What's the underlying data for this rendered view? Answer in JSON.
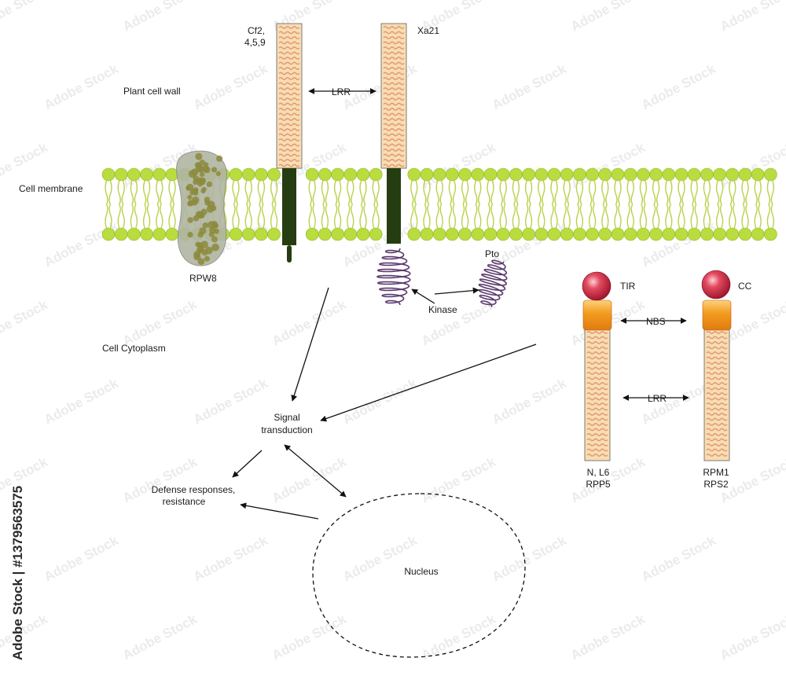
{
  "labels": {
    "cf2": "Cf2,",
    "cf2_line2": "4,5,9",
    "xa21": "Xa21",
    "plant_cell_wall": "Plant cell wall",
    "lrr_top": "LRR",
    "cell_membrane": "Cell membrane",
    "rpw8": "RPW8",
    "pto": "Pto",
    "kinase": "Kinase",
    "tir": "TIR",
    "cc": "CC",
    "nbs": "NBS",
    "lrr_right": "LRR",
    "cell_cytoplasm": "Cell Cytoplasm",
    "signal_line1": "Signal",
    "signal_line2": "transduction",
    "defense_line1": "Defense responses,",
    "defense_line2": "resistance",
    "nucleus": "Nucleus",
    "nl6_line1": "N, L6",
    "nl6_line2": "RPP5",
    "rpm1_line1": "RPM1",
    "rpm1_line2": "RPS2"
  },
  "watermark": {
    "side_text": "Adobe Stock | #1379563575",
    "repeat_text": "Adobe Stock"
  },
  "colors": {
    "lipid_head": "#b9dc3f",
    "lipid_tail": "#b8d24a",
    "lrr_fill": "#f8ddb2",
    "lrr_wave": "#e39a78",
    "transmembrane": "#263d12",
    "kinase_coil": "#5b3a6e",
    "tir_ball": "#c8283e",
    "nbs_box": "#f39a1e",
    "rpw8_fill": "#b0b5a3",
    "rpw8_dots": "#8c8a3c"
  }
}
